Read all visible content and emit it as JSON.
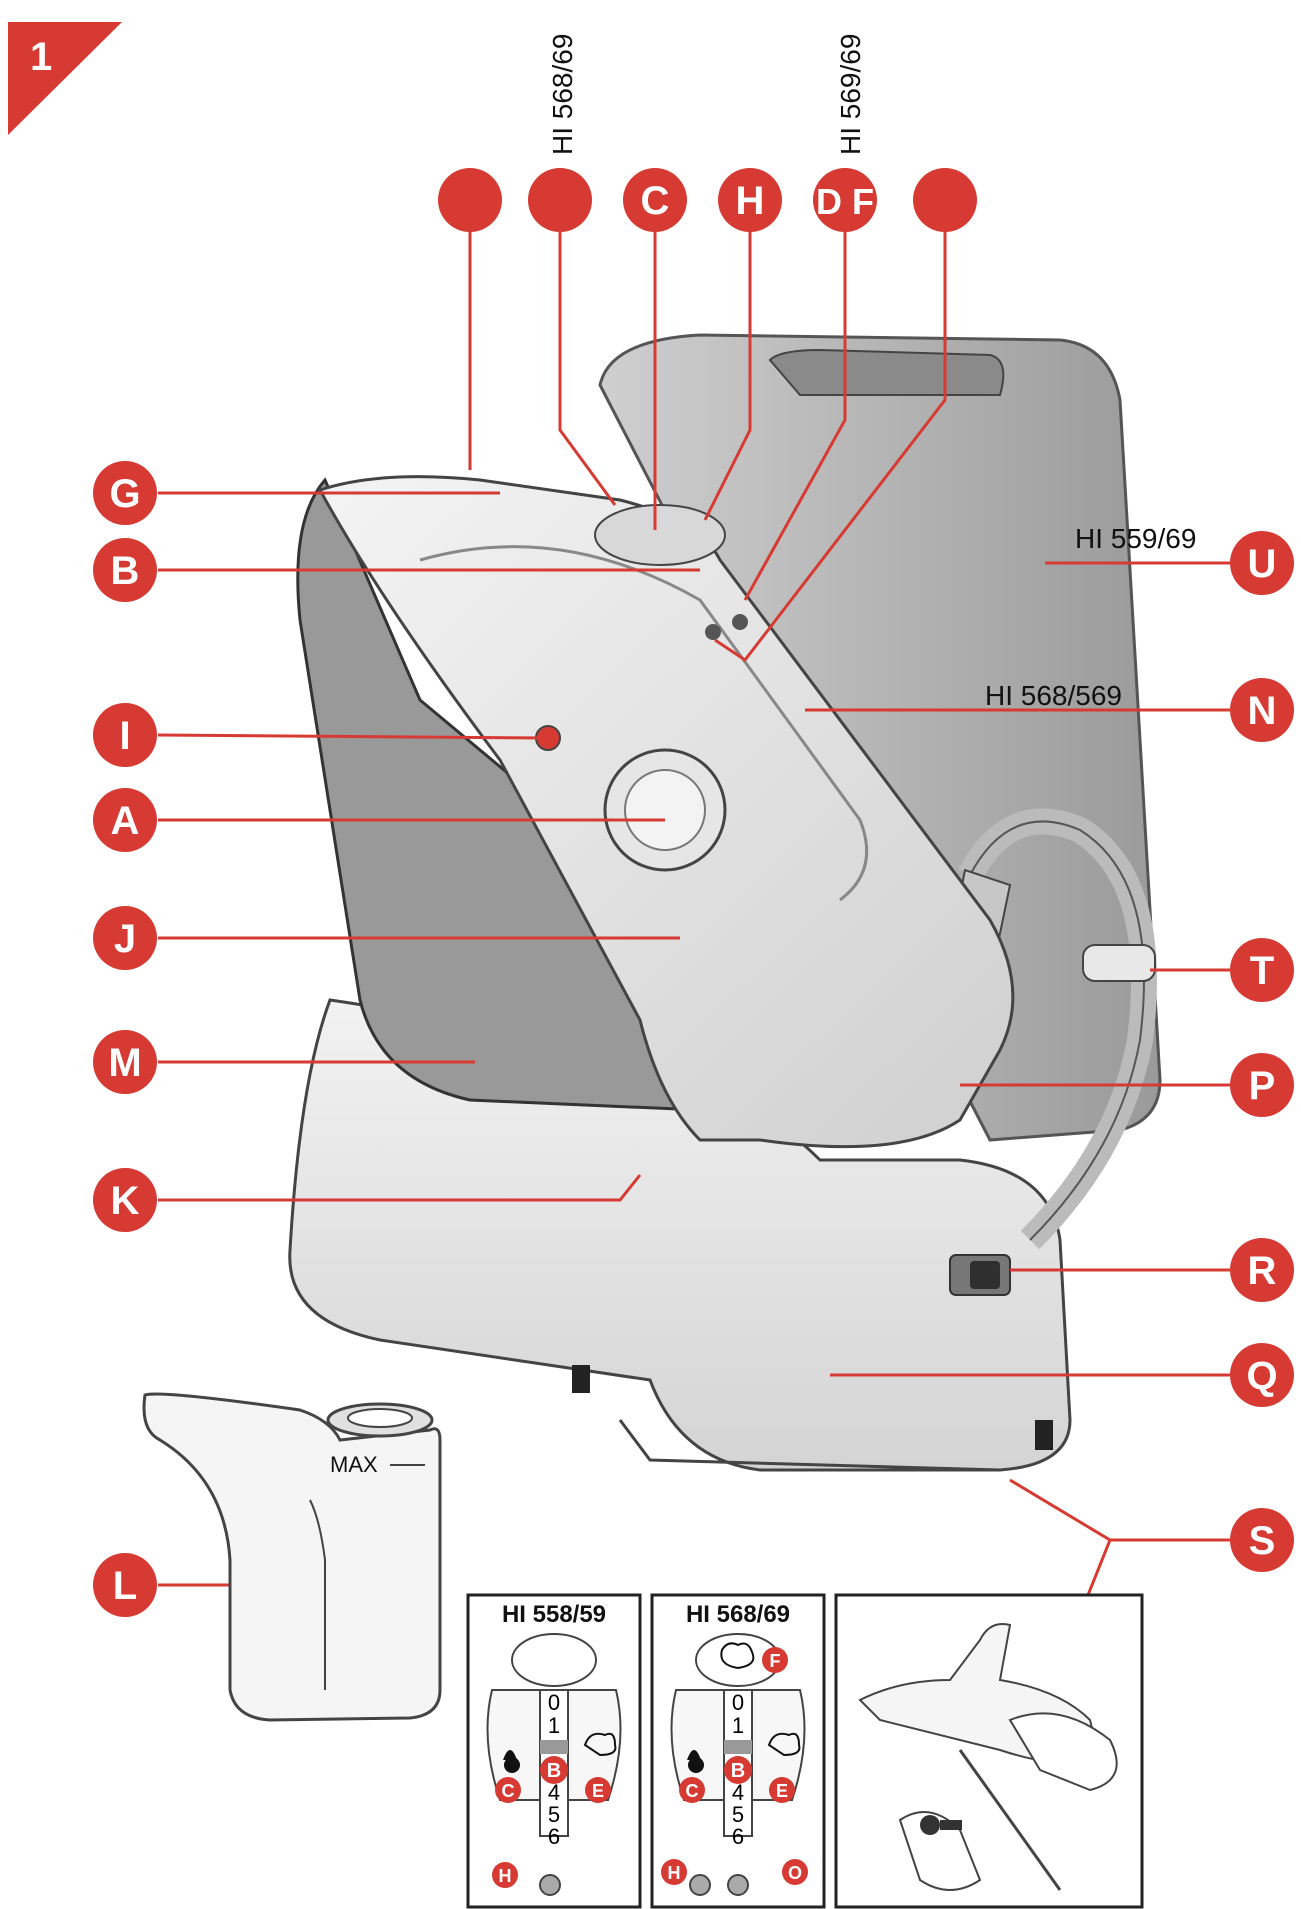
{
  "page": {
    "number": "1"
  },
  "colors": {
    "accent": "#d63a32",
    "line": "#d63a32",
    "body_gray": "#e2e2e2",
    "dark_gray": "#555555"
  },
  "top_models": {
    "left": "HI 568/69",
    "right": "HI 569/69"
  },
  "top_callouts": [
    "",
    "",
    "C",
    "H",
    "D F",
    ""
  ],
  "side_callouts": {
    "G": "G",
    "B": "B",
    "I": "I",
    "A": "A",
    "J": "J",
    "M": "M",
    "K": "K",
    "L": "L",
    "U": "U",
    "N": "N",
    "T": "T",
    "P": "P",
    "R": "R",
    "Q": "Q",
    "S": "S"
  },
  "labels": {
    "model_u": "HI 559/69",
    "model_n": "HI 568/569",
    "max": "MAX"
  },
  "panels": [
    {
      "title": "HI 558/59",
      "dial": [
        "0",
        "1",
        "B",
        "4",
        "5",
        "6"
      ],
      "left_mark": "C",
      "right_mark": "E",
      "bottom_marks": [
        "H"
      ]
    },
    {
      "title": "HI 568/69",
      "dial": [
        "0",
        "1",
        "B",
        "4",
        "5",
        "6"
      ],
      "left_mark": "C",
      "right_mark": "E",
      "top_mark": "F",
      "bottom_marks": [
        "H",
        "O"
      ]
    }
  ]
}
